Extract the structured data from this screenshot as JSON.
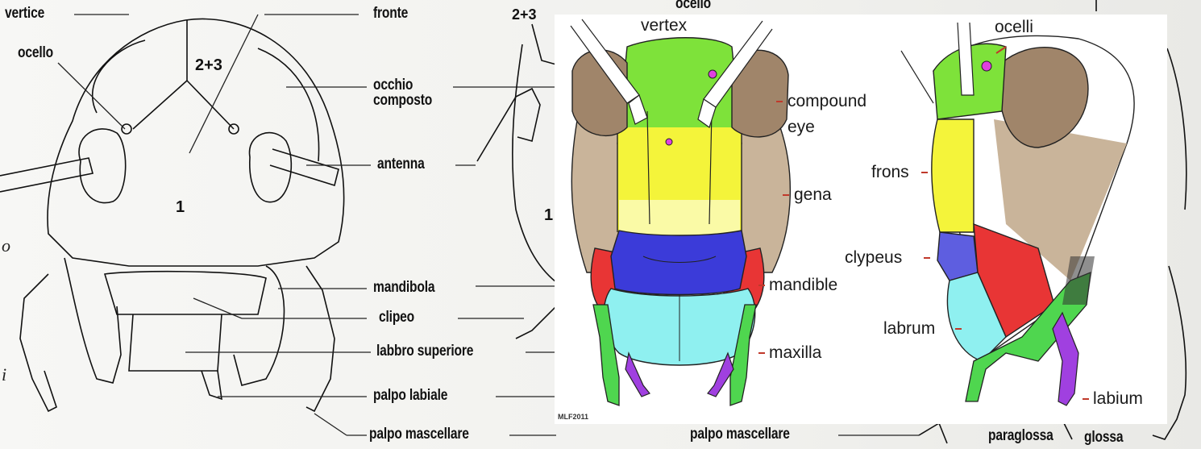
{
  "left_diagram": {
    "labels": {
      "vertice": "vertice",
      "ocello": "ocello",
      "fronte": "fronte",
      "occhio_composto_1": "occhio",
      "occhio_composto_2": "composto",
      "antenna": "antenna",
      "mandibola": "mandibola",
      "clipeo": "clipeo",
      "labbro_superiore": "labbro superiore",
      "palpo_labiale": "palpo labiale",
      "palpo_mascellare": "palpo mascellare"
    },
    "region_numbers": {
      "top": "2+3",
      "bottom": "1"
    },
    "margin_fragments": [
      "o",
      "i"
    ]
  },
  "middle_diagram": {
    "region_numbers": {
      "top": "2+3",
      "bottom": "1"
    },
    "partial_labels": {
      "ocello": "ocello"
    }
  },
  "colored_panel": {
    "front_view": {
      "vertex": "vertex",
      "compound_eye_1": "compound",
      "compound_eye_2": "eye",
      "gena": "gena",
      "mandible": "mandible",
      "maxilla": "maxilla"
    },
    "side_view": {
      "ocelli": "ocelli",
      "frons": "frons",
      "clypeus": "clypeus",
      "labrum": "labrum",
      "labium": "labium"
    },
    "credit": "MLF2011",
    "colors": {
      "vertex": "#7ee23a",
      "frons": "#f4f43a",
      "gena": "#c9b49a",
      "eye": "#a0856a",
      "clypeus": "#3b3bd9",
      "labrum": "#8ff0f0",
      "mandible": "#e83535",
      "maxilla": "#4fd64f",
      "labium": "#a040e0",
      "ocellus": "#e040e0",
      "pointer": "#c0392b"
    }
  },
  "right_fragments": {
    "palpo_mascellare": "palpo mascellare",
    "paraglossa": "paraglossa",
    "glossa": "glossa"
  }
}
